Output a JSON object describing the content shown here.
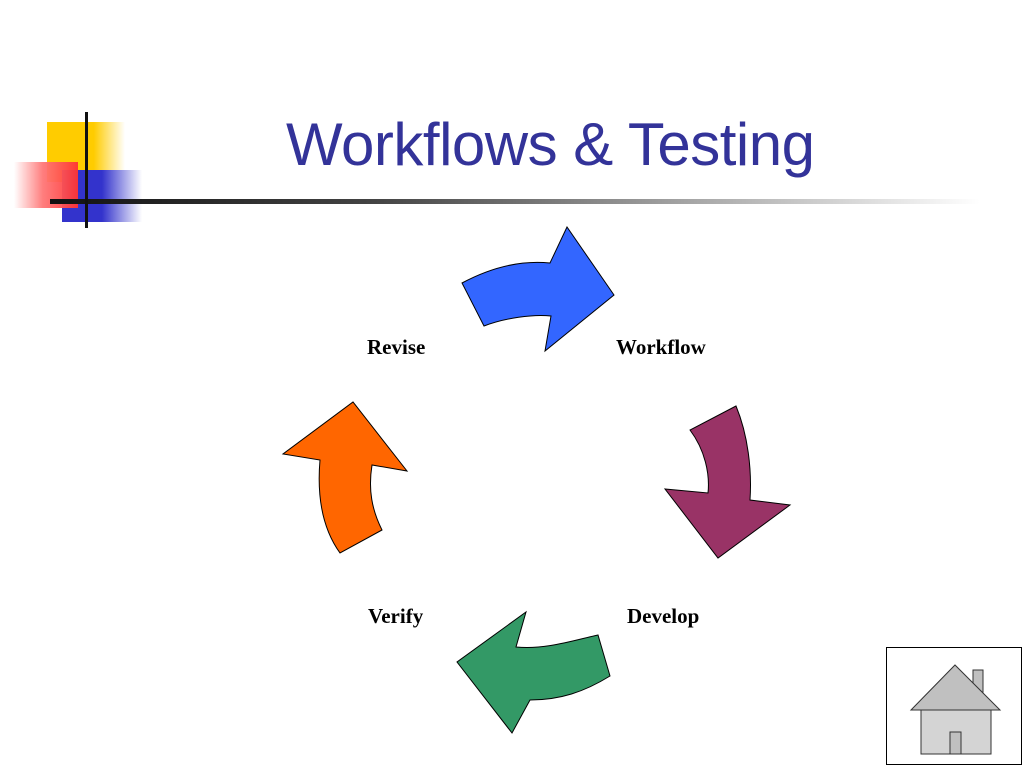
{
  "slide": {
    "title": "Workflows & Testing"
  },
  "cycle": {
    "steps": [
      {
        "label": "Workflow",
        "color": "#3366FF"
      },
      {
        "label": "Develop",
        "color": "#993366"
      },
      {
        "label": "Verify",
        "color": "#339966"
      },
      {
        "label": "Revise",
        "color": "#FF6600"
      }
    ]
  },
  "colors": {
    "title": "#333399",
    "decor_yellow": "#FFCC00",
    "decor_red": "#FF3333",
    "decor_blue": "#3333CC",
    "home_gray": "#C0C0C0"
  },
  "navigation": {
    "home_icon": "home-icon"
  }
}
